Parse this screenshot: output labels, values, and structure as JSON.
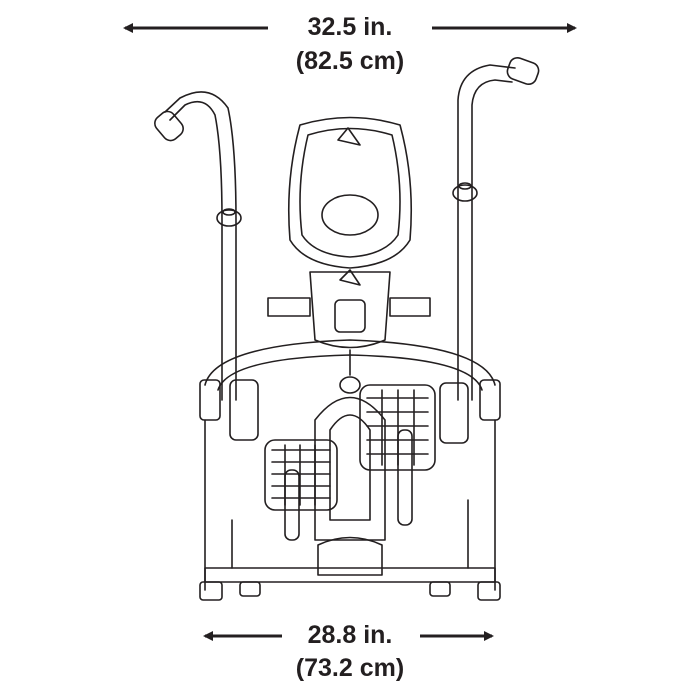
{
  "width_dimension": {
    "imperial": "32.5 in.",
    "metric": "(82.5 cm)"
  },
  "base_dimension": {
    "imperial": "28.8 in.",
    "metric": "(73.2 cm)"
  },
  "colors": {
    "ink": "#231f20",
    "background": "#ffffff"
  }
}
